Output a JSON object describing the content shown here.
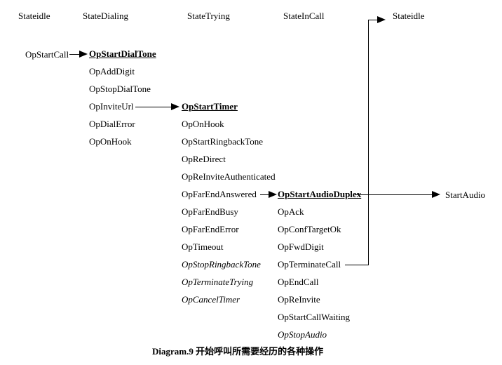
{
  "states": {
    "idle_left": "Stateidle",
    "dialing": "StateDialing",
    "trying": "StateTrying",
    "incall": "StateInCall",
    "idle_right": "Stateidle"
  },
  "triggers": {
    "start_call": "OpStartCall",
    "start_audio": "StartAudio"
  },
  "dialing_ops": [
    {
      "label": "OpStartDialTone",
      "style": "bold-underline"
    },
    {
      "label": "OpAddDigit",
      "style": "normal"
    },
    {
      "label": "OpStopDialTone",
      "style": "normal"
    },
    {
      "label": "OpInviteUrl",
      "style": "normal"
    },
    {
      "label": "OpDialError",
      "style": "normal"
    },
    {
      "label": "OpOnHook",
      "style": "normal"
    }
  ],
  "trying_ops": [
    {
      "label": "OpStartTimer",
      "style": "bold-underline"
    },
    {
      "label": "OpOnHook",
      "style": "normal"
    },
    {
      "label": "OpStartRingbackTone",
      "style": "normal"
    },
    {
      "label": "OpReDirect",
      "style": "normal"
    },
    {
      "label": "OpReInviteAuthenticated",
      "style": "normal"
    },
    {
      "label": "OpFarEndAnswered",
      "style": "normal"
    },
    {
      "label": "OpFarEndBusy",
      "style": "normal"
    },
    {
      "label": "OpFarEndError",
      "style": "normal"
    },
    {
      "label": "OpTimeout",
      "style": "normal"
    },
    {
      "label": "OpStopRingbackTone",
      "style": "italic"
    },
    {
      "label": "OpTerminateTrying",
      "style": "italic"
    },
    {
      "label": "OpCancelTimer",
      "style": "italic"
    }
  ],
  "incall_ops": [
    {
      "label": "OpStartAudioDuplex",
      "style": "bold-underline"
    },
    {
      "label": "OpAck",
      "style": "normal"
    },
    {
      "label": "OpConfTargetOk",
      "style": "normal"
    },
    {
      "label": "OpFwdDigit",
      "style": "normal"
    },
    {
      "label": "OpTerminateCall",
      "style": "normal"
    },
    {
      "label": "OpEndCall",
      "style": "normal"
    },
    {
      "label": "OpReInvite",
      "style": "normal"
    },
    {
      "label": "OpStartCallWaiting",
      "style": "normal"
    },
    {
      "label": "OpStopAudio",
      "style": "italic"
    }
  ],
  "connections": [
    {
      "from": "OpStartCall",
      "to": "OpStartDialTone"
    },
    {
      "from": "OpInviteUrl",
      "to": "OpStartTimer"
    },
    {
      "from": "OpFarEndAnswered",
      "to": "OpStartAudioDuplex"
    },
    {
      "from": "OpStartAudioDuplex",
      "to": "StartAudio"
    },
    {
      "from": "OpTerminateCall",
      "to": "Stateidle"
    }
  ],
  "caption": "Diagram.9 开始呼叫所需要经历的各种操作",
  "colors": {
    "background": "#ffffff",
    "foreground": "#000000"
  }
}
